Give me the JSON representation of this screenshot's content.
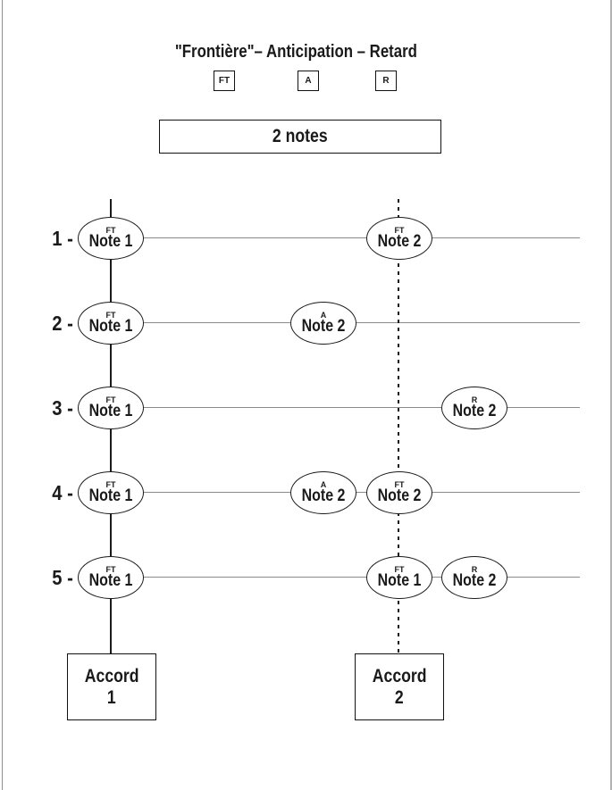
{
  "header": {
    "title": "\"Frontière\"– Anticipation – Retard",
    "legend": [
      {
        "label": "FT"
      },
      {
        "label": "A"
      },
      {
        "label": "R"
      }
    ],
    "banner": "2 notes"
  },
  "rows": [
    {
      "num": "1 -",
      "notes": [
        {
          "sup": "FT",
          "label": "Note 1"
        },
        {
          "sup": "FT",
          "label": "Note 2"
        }
      ]
    },
    {
      "num": "2 -",
      "notes": [
        {
          "sup": "FT",
          "label": "Note 1"
        },
        {
          "sup": "A",
          "label": "Note 2"
        }
      ]
    },
    {
      "num": "3 -",
      "notes": [
        {
          "sup": "FT",
          "label": "Note 1"
        },
        {
          "sup": "R",
          "label": "Note 2"
        }
      ]
    },
    {
      "num": "4 -",
      "notes": [
        {
          "sup": "FT",
          "label": "Note 1"
        },
        {
          "sup": "A",
          "label": "Note 2"
        },
        {
          "sup": "FT",
          "label": "Note 2"
        }
      ]
    },
    {
      "num": "5 -",
      "notes": [
        {
          "sup": "FT",
          "label": "Note 1"
        },
        {
          "sup": "FT",
          "label": "Note 1"
        },
        {
          "sup": "R",
          "label": "Note 2"
        }
      ]
    }
  ],
  "accords": [
    {
      "line1": "Accord",
      "line2": "1"
    },
    {
      "line1": "Accord",
      "line2": "2"
    }
  ],
  "colors": {
    "ink": "#1a1a1a",
    "guide_line_gray": "#8a8a8a",
    "page_edge_gray": "#8f8f8f"
  }
}
